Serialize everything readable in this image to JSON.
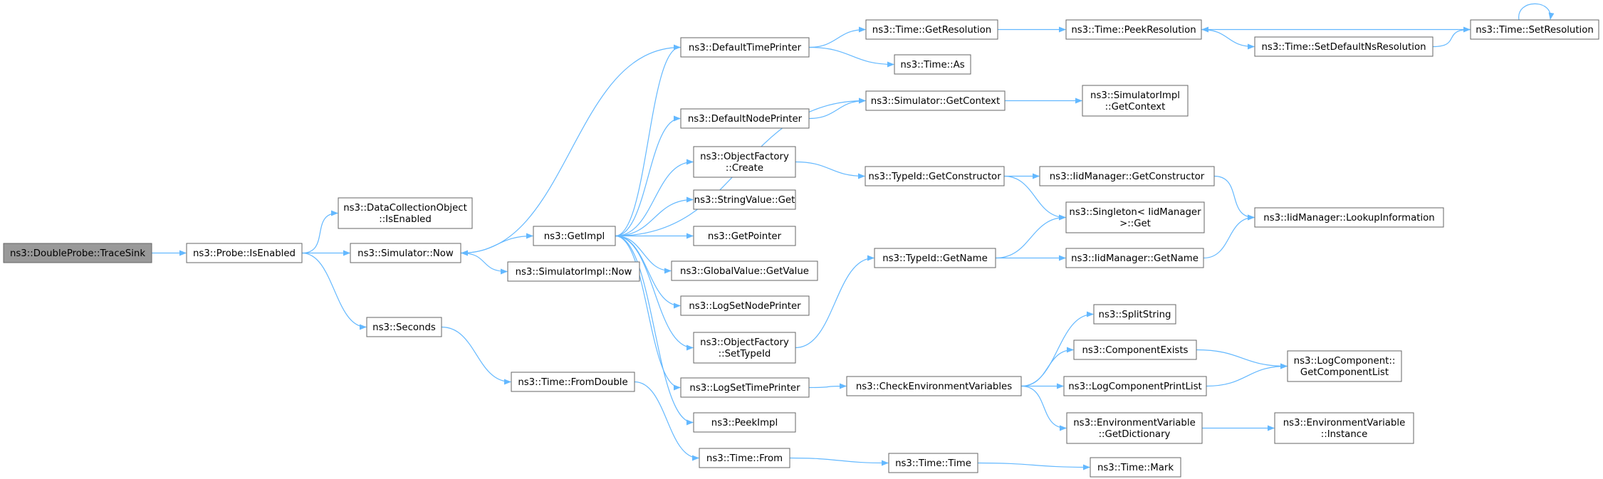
{
  "colors": {
    "edge": "#63b8ff",
    "node_border": "#666666",
    "node_fill": "#ffffff",
    "root_fill": "#999999",
    "background": "#ffffff"
  },
  "nodes": [
    {
      "id": "traceSink",
      "lines": [
        "ns3::DoubleProbe::TraceSink"
      ],
      "root": true
    },
    {
      "id": "probeIsEnabled",
      "lines": [
        "ns3::Probe::IsEnabled"
      ]
    },
    {
      "id": "dcoIsEnabled",
      "lines": [
        "ns3::DataCollectionObject",
        "::IsEnabled"
      ]
    },
    {
      "id": "simNow",
      "lines": [
        "ns3::Simulator::Now"
      ]
    },
    {
      "id": "seconds",
      "lines": [
        "ns3::Seconds"
      ]
    },
    {
      "id": "getImpl",
      "lines": [
        "ns3::GetImpl"
      ]
    },
    {
      "id": "simImplNow",
      "lines": [
        "ns3::SimulatorImpl::Now"
      ]
    },
    {
      "id": "fromDouble",
      "lines": [
        "ns3::Time::FromDouble"
      ]
    },
    {
      "id": "defaultTimePrinter",
      "lines": [
        "ns3::DefaultTimePrinter"
      ]
    },
    {
      "id": "defaultNodePrinter",
      "lines": [
        "ns3::DefaultNodePrinter"
      ]
    },
    {
      "id": "objFactoryCreate",
      "lines": [
        "ns3::ObjectFactory",
        "::Create"
      ]
    },
    {
      "id": "stringValueGet",
      "lines": [
        "ns3::StringValue::Get"
      ]
    },
    {
      "id": "getPointer",
      "lines": [
        "ns3::GetPointer"
      ]
    },
    {
      "id": "globalValueGetValue",
      "lines": [
        "ns3::GlobalValue::GetValue"
      ]
    },
    {
      "id": "logSetNodePrinter",
      "lines": [
        "ns3::LogSetNodePrinter"
      ]
    },
    {
      "id": "objFactorySetTypeId",
      "lines": [
        "ns3::ObjectFactory",
        "::SetTypeId"
      ]
    },
    {
      "id": "logSetTimePrinter",
      "lines": [
        "ns3::LogSetTimePrinter"
      ]
    },
    {
      "id": "peekImpl",
      "lines": [
        "ns3::PeekImpl"
      ]
    },
    {
      "id": "timeFrom",
      "lines": [
        "ns3::Time::From"
      ]
    },
    {
      "id": "timeGetResolution",
      "lines": [
        "ns3::Time::GetResolution"
      ]
    },
    {
      "id": "timeAs",
      "lines": [
        "ns3::Time::As"
      ]
    },
    {
      "id": "simGetContext",
      "lines": [
        "ns3::Simulator::GetContext"
      ]
    },
    {
      "id": "typeIdGetConstructor",
      "lines": [
        "ns3::TypeId::GetConstructor"
      ]
    },
    {
      "id": "typeIdGetName",
      "lines": [
        "ns3::TypeId::GetName"
      ]
    },
    {
      "id": "checkEnvVars",
      "lines": [
        "ns3::CheckEnvironmentVariables"
      ]
    },
    {
      "id": "timeTime",
      "lines": [
        "ns3::Time::Time"
      ]
    },
    {
      "id": "timePeekResolution",
      "lines": [
        "ns3::Time::PeekResolution"
      ]
    },
    {
      "id": "simImplGetContext",
      "lines": [
        "ns3::SimulatorImpl",
        "::GetContext"
      ]
    },
    {
      "id": "iidGetConstructor",
      "lines": [
        "ns3::IidManager::GetConstructor"
      ]
    },
    {
      "id": "singletonGet",
      "lines": [
        "ns3::Singleton< IidManager",
        " >::Get"
      ]
    },
    {
      "id": "iidGetName",
      "lines": [
        "ns3::IidManager::GetName"
      ]
    },
    {
      "id": "splitString",
      "lines": [
        "ns3::SplitString"
      ]
    },
    {
      "id": "componentExists",
      "lines": [
        "ns3::ComponentExists"
      ]
    },
    {
      "id": "logComponentPrintList",
      "lines": [
        "ns3::LogComponentPrintList"
      ]
    },
    {
      "id": "envVarGetDictionary",
      "lines": [
        "ns3::EnvironmentVariable",
        "::GetDictionary"
      ]
    },
    {
      "id": "timeMark",
      "lines": [
        "ns3::Time::Mark"
      ]
    },
    {
      "id": "timeSetDefaultNsResolution",
      "lines": [
        "ns3::Time::SetDefaultNsResolution"
      ]
    },
    {
      "id": "timeSetResolution",
      "lines": [
        "ns3::Time::SetResolution"
      ]
    },
    {
      "id": "iidLookupInformation",
      "lines": [
        "ns3::IidManager::LookupInformation"
      ]
    },
    {
      "id": "logComponentGetComponentList",
      "lines": [
        "ns3::LogComponent::",
        "GetComponentList"
      ]
    },
    {
      "id": "envVarInstance",
      "lines": [
        "ns3::EnvironmentVariable",
        "::Instance"
      ]
    }
  ],
  "edges": [
    [
      "traceSink",
      "probeIsEnabled"
    ],
    [
      "probeIsEnabled",
      "dcoIsEnabled"
    ],
    [
      "probeIsEnabled",
      "simNow"
    ],
    [
      "probeIsEnabled",
      "seconds"
    ],
    [
      "simNow",
      "getImpl"
    ],
    [
      "simNow",
      "simImplNow"
    ],
    [
      "seconds",
      "fromDouble"
    ],
    [
      "getImpl",
      "defaultTimePrinter"
    ],
    [
      "getImpl",
      "defaultNodePrinter"
    ],
    [
      "getImpl",
      "objFactoryCreate"
    ],
    [
      "getImpl",
      "stringValueGet"
    ],
    [
      "getImpl",
      "getPointer"
    ],
    [
      "getImpl",
      "globalValueGetValue"
    ],
    [
      "getImpl",
      "logSetNodePrinter"
    ],
    [
      "getImpl",
      "objFactorySetTypeId"
    ],
    [
      "getImpl",
      "logSetTimePrinter"
    ],
    [
      "getImpl",
      "peekImpl"
    ],
    [
      "getImpl",
      "simGetContext"
    ],
    [
      "defaultTimePrinter",
      "simNow"
    ],
    [
      "defaultTimePrinter",
      "timeGetResolution"
    ],
    [
      "defaultTimePrinter",
      "timeAs"
    ],
    [
      "defaultNodePrinter",
      "simGetContext"
    ],
    [
      "simGetContext",
      "simImplGetContext"
    ],
    [
      "objFactoryCreate",
      "typeIdGetConstructor"
    ],
    [
      "typeIdGetConstructor",
      "iidGetConstructor"
    ],
    [
      "typeIdGetConstructor",
      "singletonGet"
    ],
    [
      "iidGetConstructor",
      "iidLookupInformation"
    ],
    [
      "objFactorySetTypeId",
      "typeIdGetName"
    ],
    [
      "typeIdGetName",
      "singletonGet"
    ],
    [
      "typeIdGetName",
      "iidGetName"
    ],
    [
      "iidGetName",
      "iidLookupInformation"
    ],
    [
      "logSetTimePrinter",
      "checkEnvVars"
    ],
    [
      "checkEnvVars",
      "splitString"
    ],
    [
      "checkEnvVars",
      "componentExists"
    ],
    [
      "checkEnvVars",
      "logComponentPrintList"
    ],
    [
      "checkEnvVars",
      "envVarGetDictionary"
    ],
    [
      "componentExists",
      "logComponentGetComponentList"
    ],
    [
      "logComponentPrintList",
      "logComponentGetComponentList"
    ],
    [
      "envVarGetDictionary",
      "envVarInstance"
    ],
    [
      "fromDouble",
      "timeFrom"
    ],
    [
      "timeFrom",
      "timeTime"
    ],
    [
      "timeTime",
      "timeMark"
    ],
    [
      "timeGetResolution",
      "timePeekResolution"
    ],
    [
      "timePeekResolution",
      "timeSetDefaultNsResolution"
    ],
    [
      "timeSetDefaultNsResolution",
      "timeSetResolution"
    ],
    [
      "timeSetResolution",
      "timePeekResolution"
    ],
    [
      "timeSetResolution",
      "timeSetResolution"
    ]
  ]
}
